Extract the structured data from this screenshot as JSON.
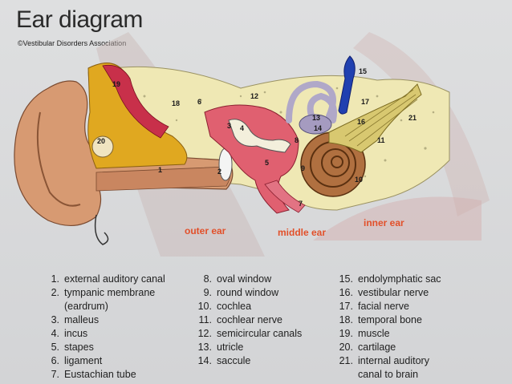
{
  "title": "Ear diagram",
  "credit": "©Vestibular Disorders Association",
  "regions": {
    "outer": "outer ear",
    "middle": "middle ear",
    "inner": "inner ear"
  },
  "labels": [
    "1",
    "2",
    "3",
    "4",
    "5",
    "6",
    "7",
    "8",
    "9",
    "10",
    "11",
    "12",
    "13",
    "14",
    "15",
    "16",
    "17",
    "18",
    "19",
    "20",
    "21"
  ],
  "legend": {
    "col1": [
      {
        "n": "1.",
        "text": "external auditory canal"
      },
      {
        "n": "2.",
        "text": "tympanic membrane"
      },
      {
        "n": "",
        "text": "(eardrum)"
      },
      {
        "n": "3.",
        "text": "malleus"
      },
      {
        "n": "4.",
        "text": "incus"
      },
      {
        "n": "5.",
        "text": "stapes"
      },
      {
        "n": "6.",
        "text": "ligament"
      },
      {
        "n": "7.",
        "text": "Eustachian tube"
      }
    ],
    "col2": [
      {
        "n": "8.",
        "text": "oval window"
      },
      {
        "n": "9.",
        "text": "round window"
      },
      {
        "n": "10.",
        "text": "cochlea"
      },
      {
        "n": "11.",
        "text": "cochlear nerve"
      },
      {
        "n": "12.",
        "text": "semicircular canals"
      },
      {
        "n": "13.",
        "text": "utricle"
      },
      {
        "n": "14.",
        "text": "saccule"
      }
    ],
    "col3": [
      {
        "n": "15.",
        "text": "endolymphatic sac"
      },
      {
        "n": "16.",
        "text": "vestibular nerve"
      },
      {
        "n": "17.",
        "text": "facial nerve"
      },
      {
        "n": "18.",
        "text": "temporal bone"
      },
      {
        "n": "19.",
        "text": "muscle"
      },
      {
        "n": "20.",
        "text": "cartilage"
      },
      {
        "n": "21.",
        "text": "internal auditory"
      },
      {
        "n": "",
        "text": "canal to brain"
      }
    ]
  },
  "colors": {
    "skin": "#d79a72",
    "cartilage": "#e0a820",
    "muscle": "#c8304a",
    "bone": "#efe8b4",
    "middle_ear": "#e06070",
    "cochlea": "#b07040",
    "canals": "#b0a8c8",
    "endolymphatic": "#2040b0",
    "nerve": "#d8c870",
    "region_text": "#e2502a"
  }
}
